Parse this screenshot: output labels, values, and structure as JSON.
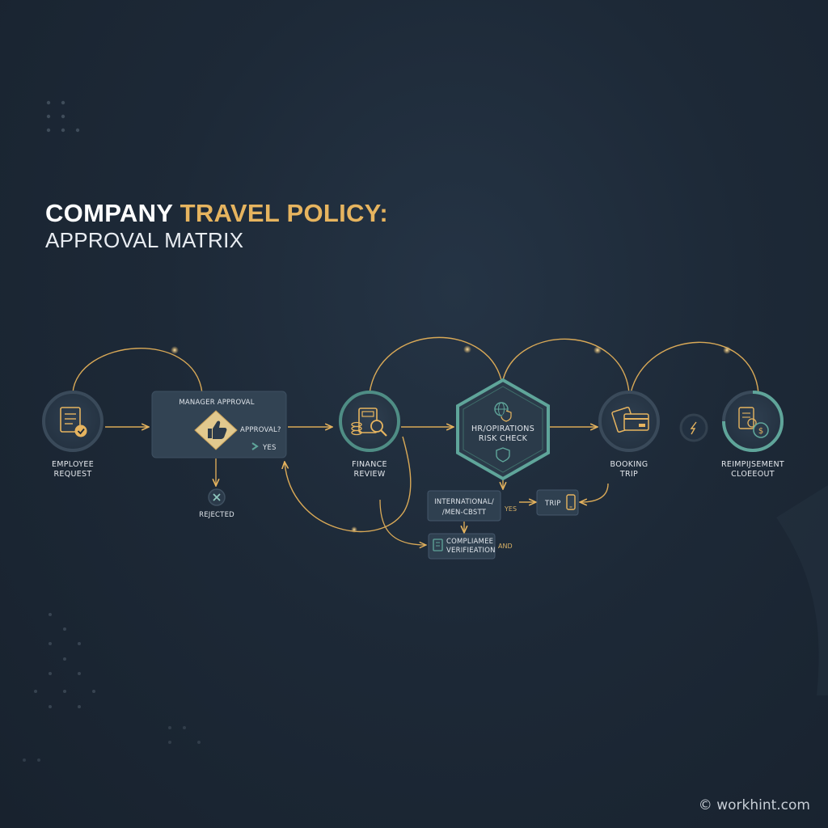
{
  "title": {
    "part1": "COMPANY ",
    "part2": "TRAVEL POLICY:",
    "subtitle": "APPROVAL MATRIX"
  },
  "nodes": {
    "employee": {
      "line1": "EMPLOYEE",
      "line2": "REQUEST",
      "icon": "document-check-icon"
    },
    "manager": {
      "title": "MANAGER APPROVAL",
      "question": "APPROVAL?",
      "yes": "YES",
      "icon": "thumbs-up-icon"
    },
    "rejected": {
      "label": "REJECTED",
      "icon": "x-icon"
    },
    "finance": {
      "line1": "FINANCE",
      "line2": "REVIEW",
      "icon": "calculator-magnifier-icon"
    },
    "hr": {
      "line1": "HR/OPIRATIONS",
      "line2": "RISK CHECK",
      "icon": "globe-shield-icon"
    },
    "international": {
      "line1": "INTERNATIONAL/",
      "line2": "/MEN-CBSTT",
      "yes": "YES"
    },
    "trip": {
      "label": "TRIP",
      "icon": "phone-icon"
    },
    "compliance": {
      "line1": "COMPLIAMEE",
      "line2": "VERIFIEATION",
      "suffix": "AND",
      "icon": "checklist-icon"
    },
    "booking": {
      "line1": "BOOKING",
      "line2": "TRIP",
      "icon": "tickets-card-icon"
    },
    "small_connector": {
      "icon": "lightning-icon"
    },
    "reimbursement": {
      "line1": "REIMPIJSEMENT",
      "line2": "CLOEEOUT",
      "icon": "receipt-coins-icon"
    }
  },
  "watermark": "© workhint.com",
  "colors": {
    "background": "#1b2735",
    "gold": "#e6b45f",
    "teal": "#5fa59a",
    "node_fill": "#2b3a4a",
    "text": "#e3e7ec"
  }
}
